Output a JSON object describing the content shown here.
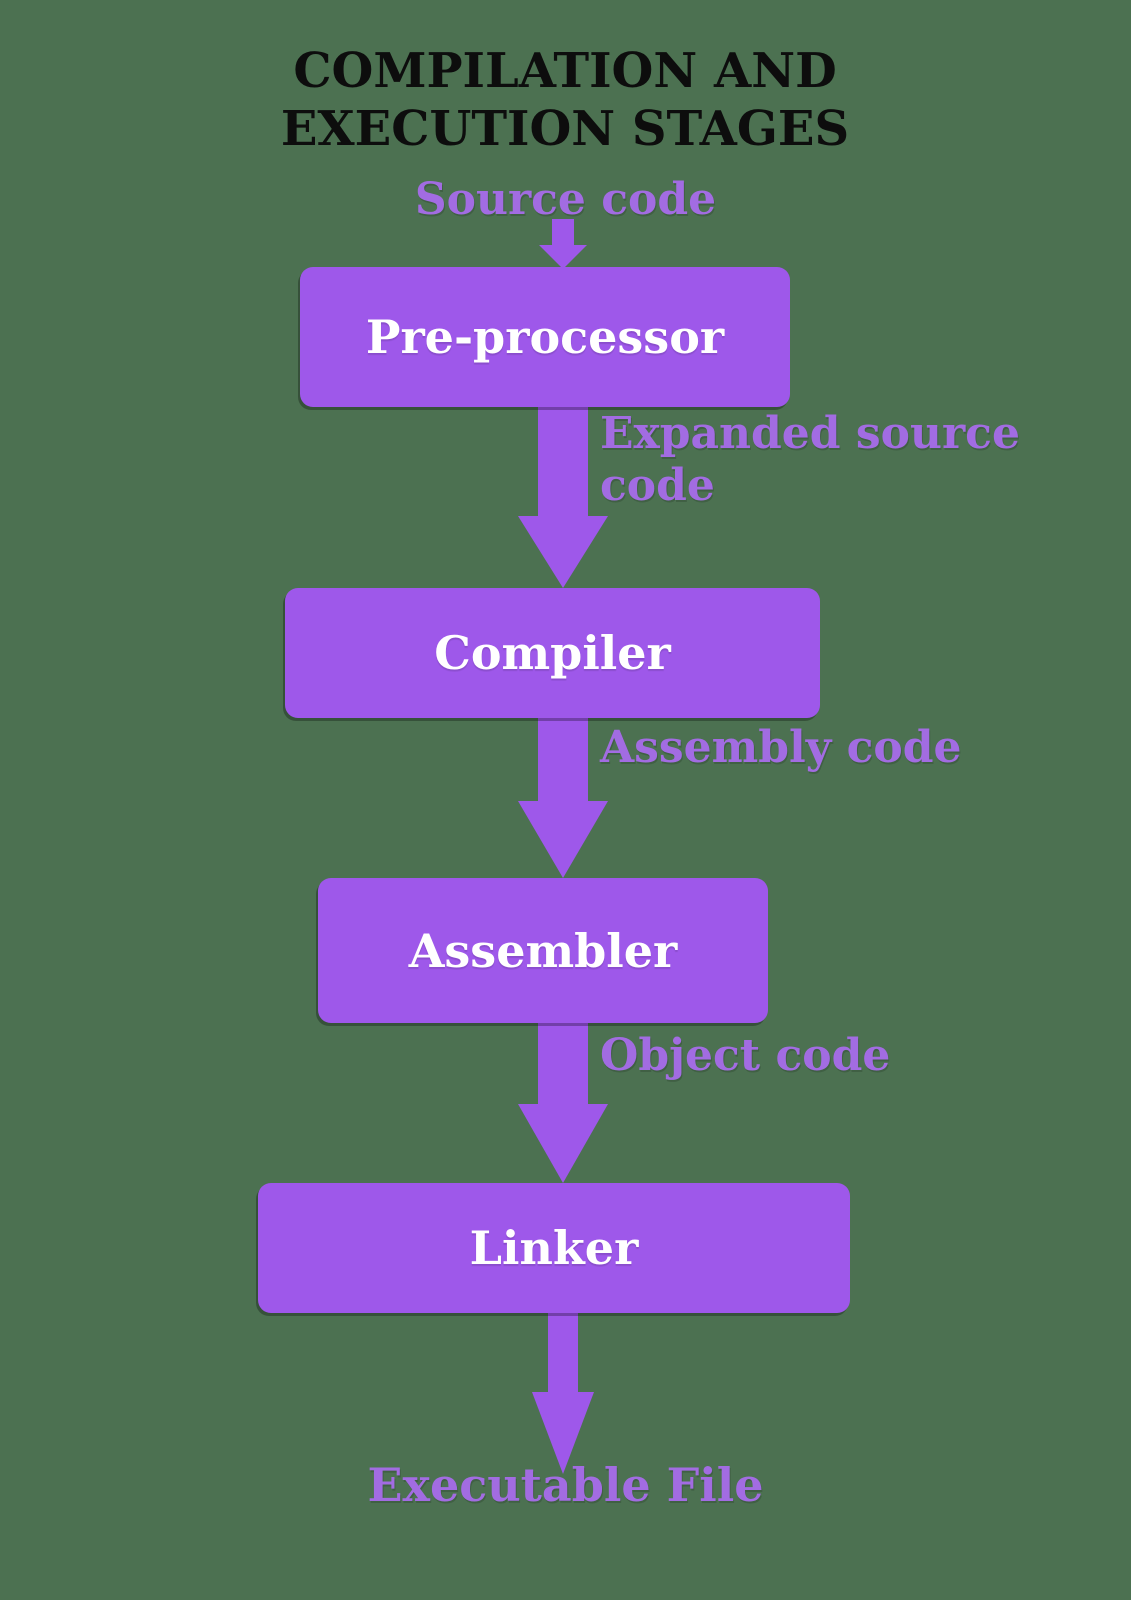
{
  "title": {
    "text": "COMPILATION AND EXECUTION STAGES"
  },
  "flow": {
    "start_label": "Source code",
    "end_label": "Executable File"
  },
  "stages": [
    {
      "name": "Pre-processor",
      "output_label": "Expanded source code"
    },
    {
      "name": "Compiler",
      "output_label": "Assembly code"
    },
    {
      "name": "Assembler",
      "output_label": "Object code"
    },
    {
      "name": "Linker",
      "output_label": ""
    }
  ],
  "colors": {
    "background": "#4c7151",
    "box_fill": "#9e58ea",
    "box_text": "#ffffff",
    "arrow": "#9e58ea",
    "label_text": "#a26ce2",
    "title_text": "#0d0d0d"
  }
}
